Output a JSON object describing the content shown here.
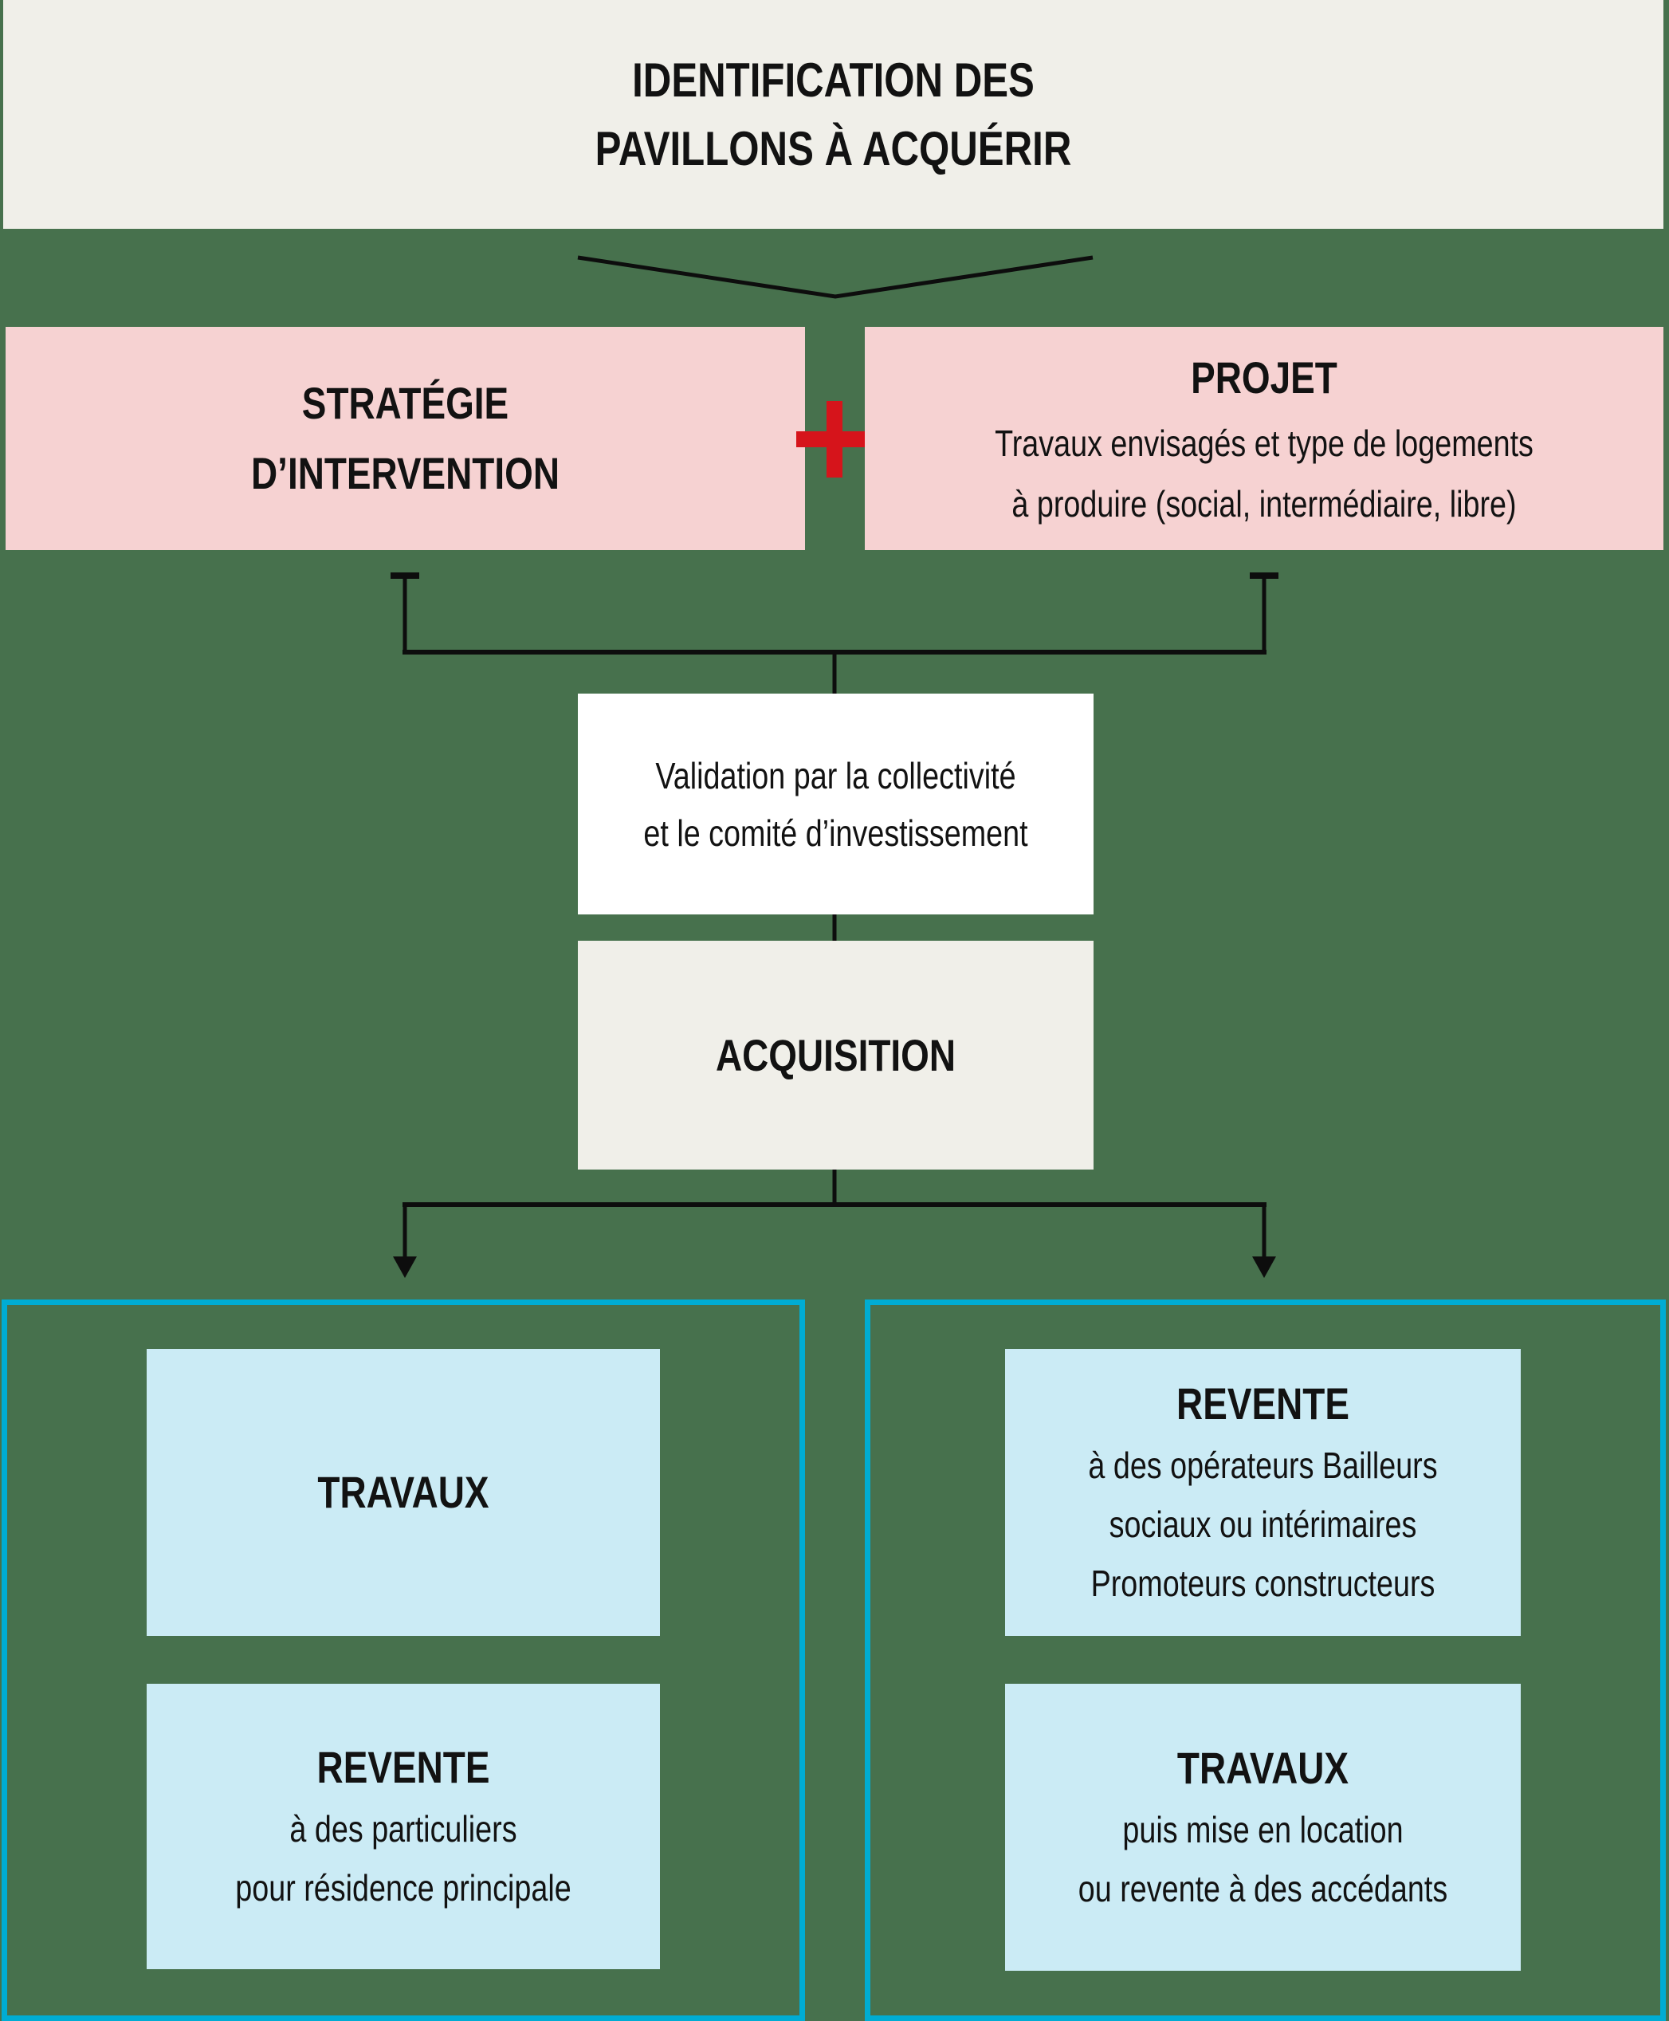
{
  "colors": {
    "background": "#47714D",
    "beige": "#F0EFE9",
    "pink": "#F6D2D2",
    "white": "#FFFFFF",
    "light_blue": "#CBEBF5",
    "cyan_border": "#00ACD3",
    "red_plus": "#D6141B",
    "line": "#0D0D0D",
    "text": "#121212"
  },
  "top_box": {
    "lines": [
      "IDENTIFICATION DES",
      "PAVILLONS À ACQUÉRIR"
    ]
  },
  "strategy_box": {
    "lines": [
      "STRATÉGIE",
      "D’INTERVENTION"
    ]
  },
  "project_box": {
    "title": "PROJET",
    "lines": [
      "Travaux envisagés et type de logements",
      "à produire (social, intermédiaire, libre)"
    ]
  },
  "validation_box": {
    "lines": [
      "Validation par la collectivité",
      "et le comité d’investissement"
    ]
  },
  "acquisition_box": {
    "title": "ACQUISITION"
  },
  "left_branch": {
    "travaux_box": {
      "title": "TRAVAUX"
    },
    "revente_box": {
      "title": "REVENTE",
      "lines": [
        "à des particuliers",
        "pour résidence principale"
      ]
    }
  },
  "right_branch": {
    "revente_box": {
      "title": "REVENTE",
      "lines": [
        "à des opérateurs Bailleurs",
        "sociaux ou intérimaires",
        "Promoteurs constructeurs"
      ]
    },
    "travaux_box": {
      "title": "TRAVAUX",
      "lines": [
        "puis mise en location",
        "ou revente à des accédants"
      ]
    }
  }
}
